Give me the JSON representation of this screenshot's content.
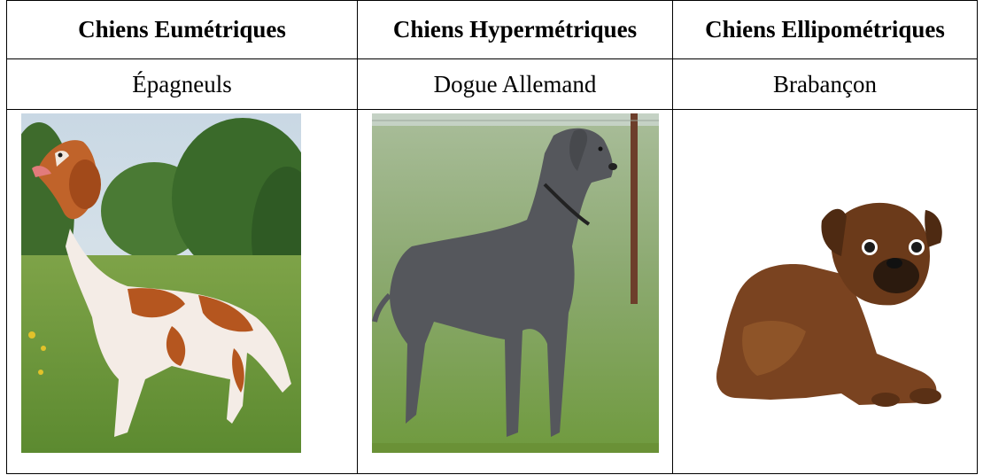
{
  "table": {
    "columns": [
      {
        "header": "Chiens Eumétriques",
        "breed": "Épagneuls",
        "photo": "epagneul-photo"
      },
      {
        "header": "Chiens Hypermétriques",
        "breed": "Dogue Allemand",
        "photo": "great-dane-photo"
      },
      {
        "header": "Chiens Ellipométriques",
        "breed": "Brabançon",
        "photo": "brabancon-photo"
      }
    ]
  },
  "colors": {
    "border": "#000000",
    "grass": "#6f9a3e",
    "sky": "#c9d8e4",
    "spaniel_orange": "#b5561f",
    "dane_grey": "#55575c",
    "brabancon_brown": "#6b3a1a"
  }
}
